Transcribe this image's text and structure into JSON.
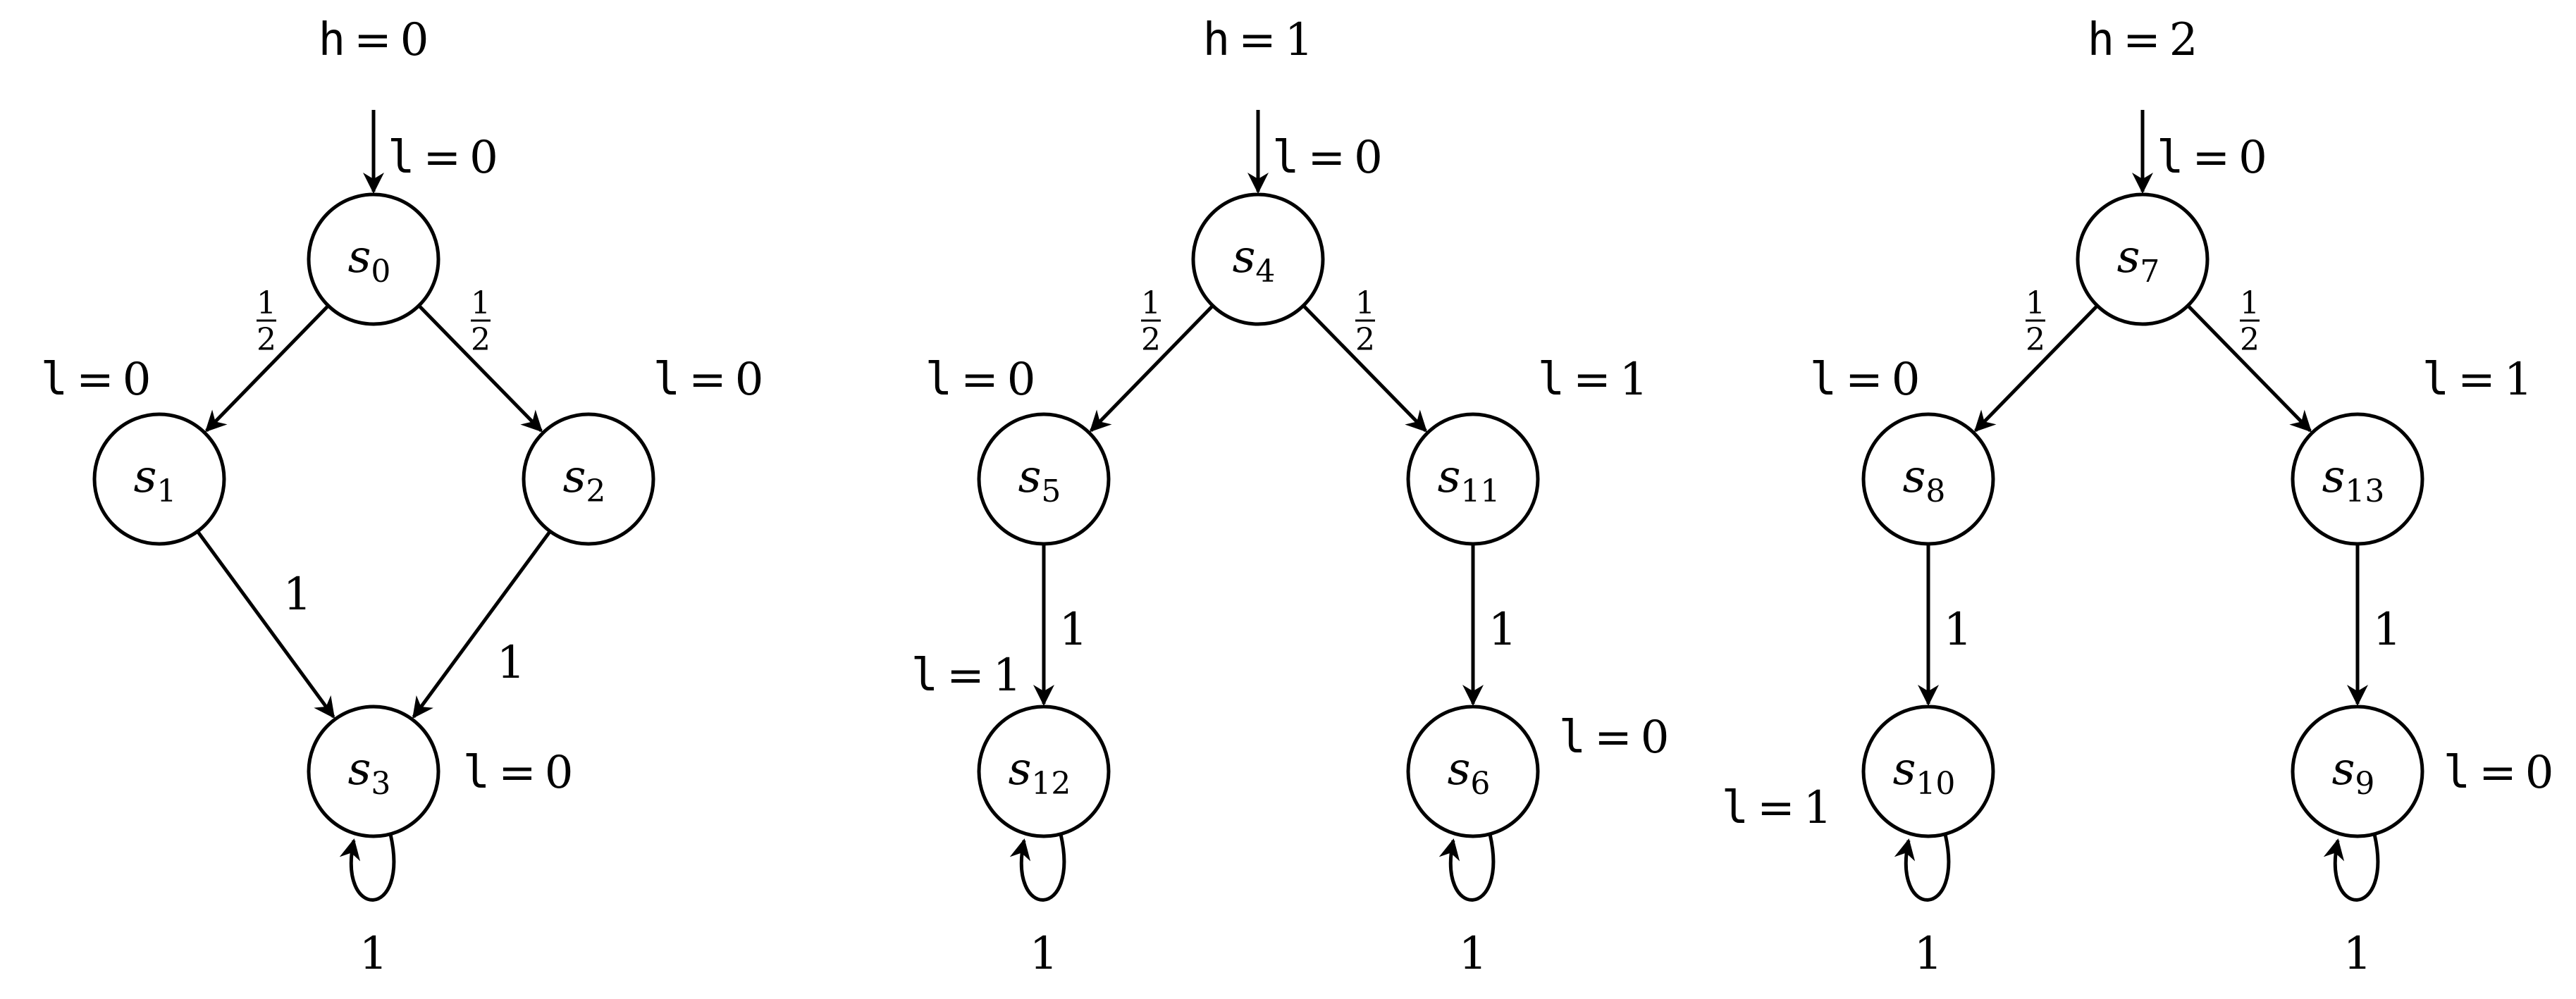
{
  "colors": {
    "stroke": "#000000",
    "background": "#ffffff"
  },
  "panels": [
    {
      "header": {
        "var": "h",
        "eq": "=",
        "value": "0"
      },
      "states": {
        "top": {
          "name": "s",
          "sub": "0",
          "label": {
            "var": "l",
            "eq": "=",
            "value": "0"
          }
        },
        "left": {
          "name": "s",
          "sub": "1",
          "label": {
            "var": "l",
            "eq": "=",
            "value": "0"
          }
        },
        "right": {
          "name": "s",
          "sub": "2",
          "label": {
            "var": "l",
            "eq": "=",
            "value": "0"
          }
        },
        "leftBottom": {
          "name": "s",
          "sub": "3",
          "label": {
            "var": "l",
            "eq": "=",
            "value": "0"
          }
        }
      },
      "edges": {
        "topLeft": {
          "num": "1",
          "den": "2"
        },
        "topRight": {
          "num": "1",
          "den": "2"
        },
        "leftDown": "1",
        "rightDown": "1",
        "loopLeft": "1"
      }
    },
    {
      "header": {
        "var": "h",
        "eq": "=",
        "value": "1"
      },
      "states": {
        "top": {
          "name": "s",
          "sub": "4",
          "label": {
            "var": "l",
            "eq": "=",
            "value": "0"
          }
        },
        "left": {
          "name": "s",
          "sub": "5",
          "label": {
            "var": "l",
            "eq": "=",
            "value": "0"
          }
        },
        "right": {
          "name": "s",
          "sub": "11",
          "label": {
            "var": "l",
            "eq": "=",
            "value": "1"
          }
        },
        "leftBottom": {
          "name": "s",
          "sub": "12",
          "label": {
            "var": "l",
            "eq": "=",
            "value": "1"
          }
        },
        "rightBottom": {
          "name": "s",
          "sub": "6",
          "label": {
            "var": "l",
            "eq": "=",
            "value": "0"
          }
        }
      },
      "edges": {
        "topLeft": {
          "num": "1",
          "den": "2"
        },
        "topRight": {
          "num": "1",
          "den": "2"
        },
        "leftDown": "1",
        "rightDown": "1",
        "loopLeft": "1",
        "loopRight": "1"
      }
    },
    {
      "header": {
        "var": "h",
        "eq": "=",
        "value": "2"
      },
      "states": {
        "top": {
          "name": "s",
          "sub": "7",
          "label": {
            "var": "l",
            "eq": "=",
            "value": "0"
          }
        },
        "left": {
          "name": "s",
          "sub": "8",
          "label": {
            "var": "l",
            "eq": "=",
            "value": "0"
          }
        },
        "right": {
          "name": "s",
          "sub": "13",
          "label": {
            "var": "l",
            "eq": "=",
            "value": "1"
          }
        },
        "leftBottom": {
          "name": "s",
          "sub": "10",
          "label": {
            "var": "l",
            "eq": "=",
            "value": "1"
          }
        },
        "rightBottom": {
          "name": "s",
          "sub": "9",
          "label": {
            "var": "l",
            "eq": "=",
            "value": "0"
          }
        }
      },
      "edges": {
        "topLeft": {
          "num": "1",
          "den": "2"
        },
        "topRight": {
          "num": "1",
          "den": "2"
        },
        "leftDown": "1",
        "rightDown": "1",
        "loopLeft": "1",
        "loopRight": "1"
      }
    }
  ]
}
